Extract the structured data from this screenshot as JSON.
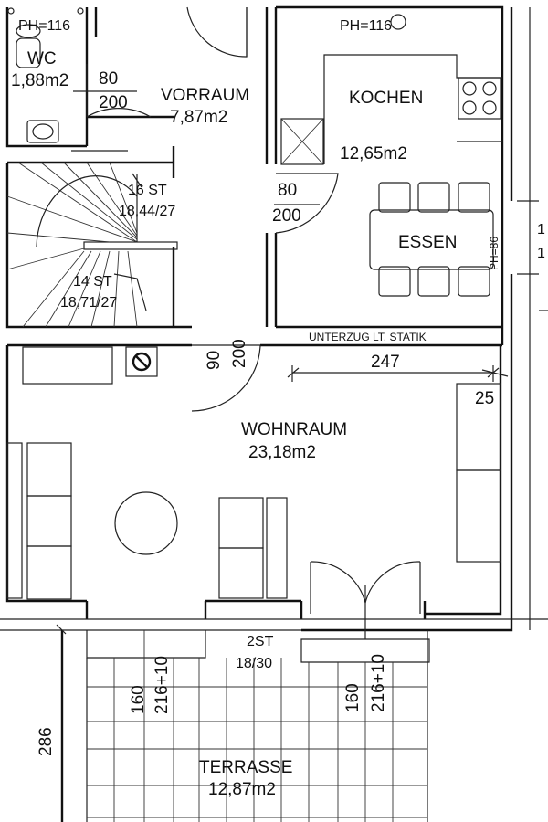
{
  "rooms": {
    "wc": {
      "name": "WC",
      "area": "1,88m2",
      "ph": "PH=116",
      "door_w": "80",
      "door_h": "200"
    },
    "vorraum": {
      "name": "VORRAUM",
      "area": "7,87m2"
    },
    "kochen": {
      "name": "KOCHEN",
      "area": "12,65m2",
      "ph": "PH=116"
    },
    "essen": {
      "name": "ESSEN",
      "ph": "PH=86"
    },
    "wohnraum": {
      "name": "WOHNRAUM",
      "area": "23,18m2"
    },
    "terrasse": {
      "name": "TERRASSE",
      "area": "12,87m2"
    }
  },
  "stairs": {
    "upper_count": "16 ST",
    "upper_ratio": "18,44/27",
    "lower_count": "14 ST",
    "lower_ratio": "18,71/27",
    "terrace_count": "2ST",
    "terrace_ratio": "18/30"
  },
  "doors": {
    "kitchen_w": "80",
    "kitchen_h": "200",
    "living_w": "90",
    "living_h": "200"
  },
  "beam_label": "UNTERZUG LT. STATIK",
  "dims": {
    "d247": "247",
    "d25": "25",
    "d286": "286",
    "left_160": "160",
    "left_216": "216+10",
    "right_160": "160",
    "right_216": "216+10",
    "edge_1a": "1",
    "edge_1b": "1"
  }
}
